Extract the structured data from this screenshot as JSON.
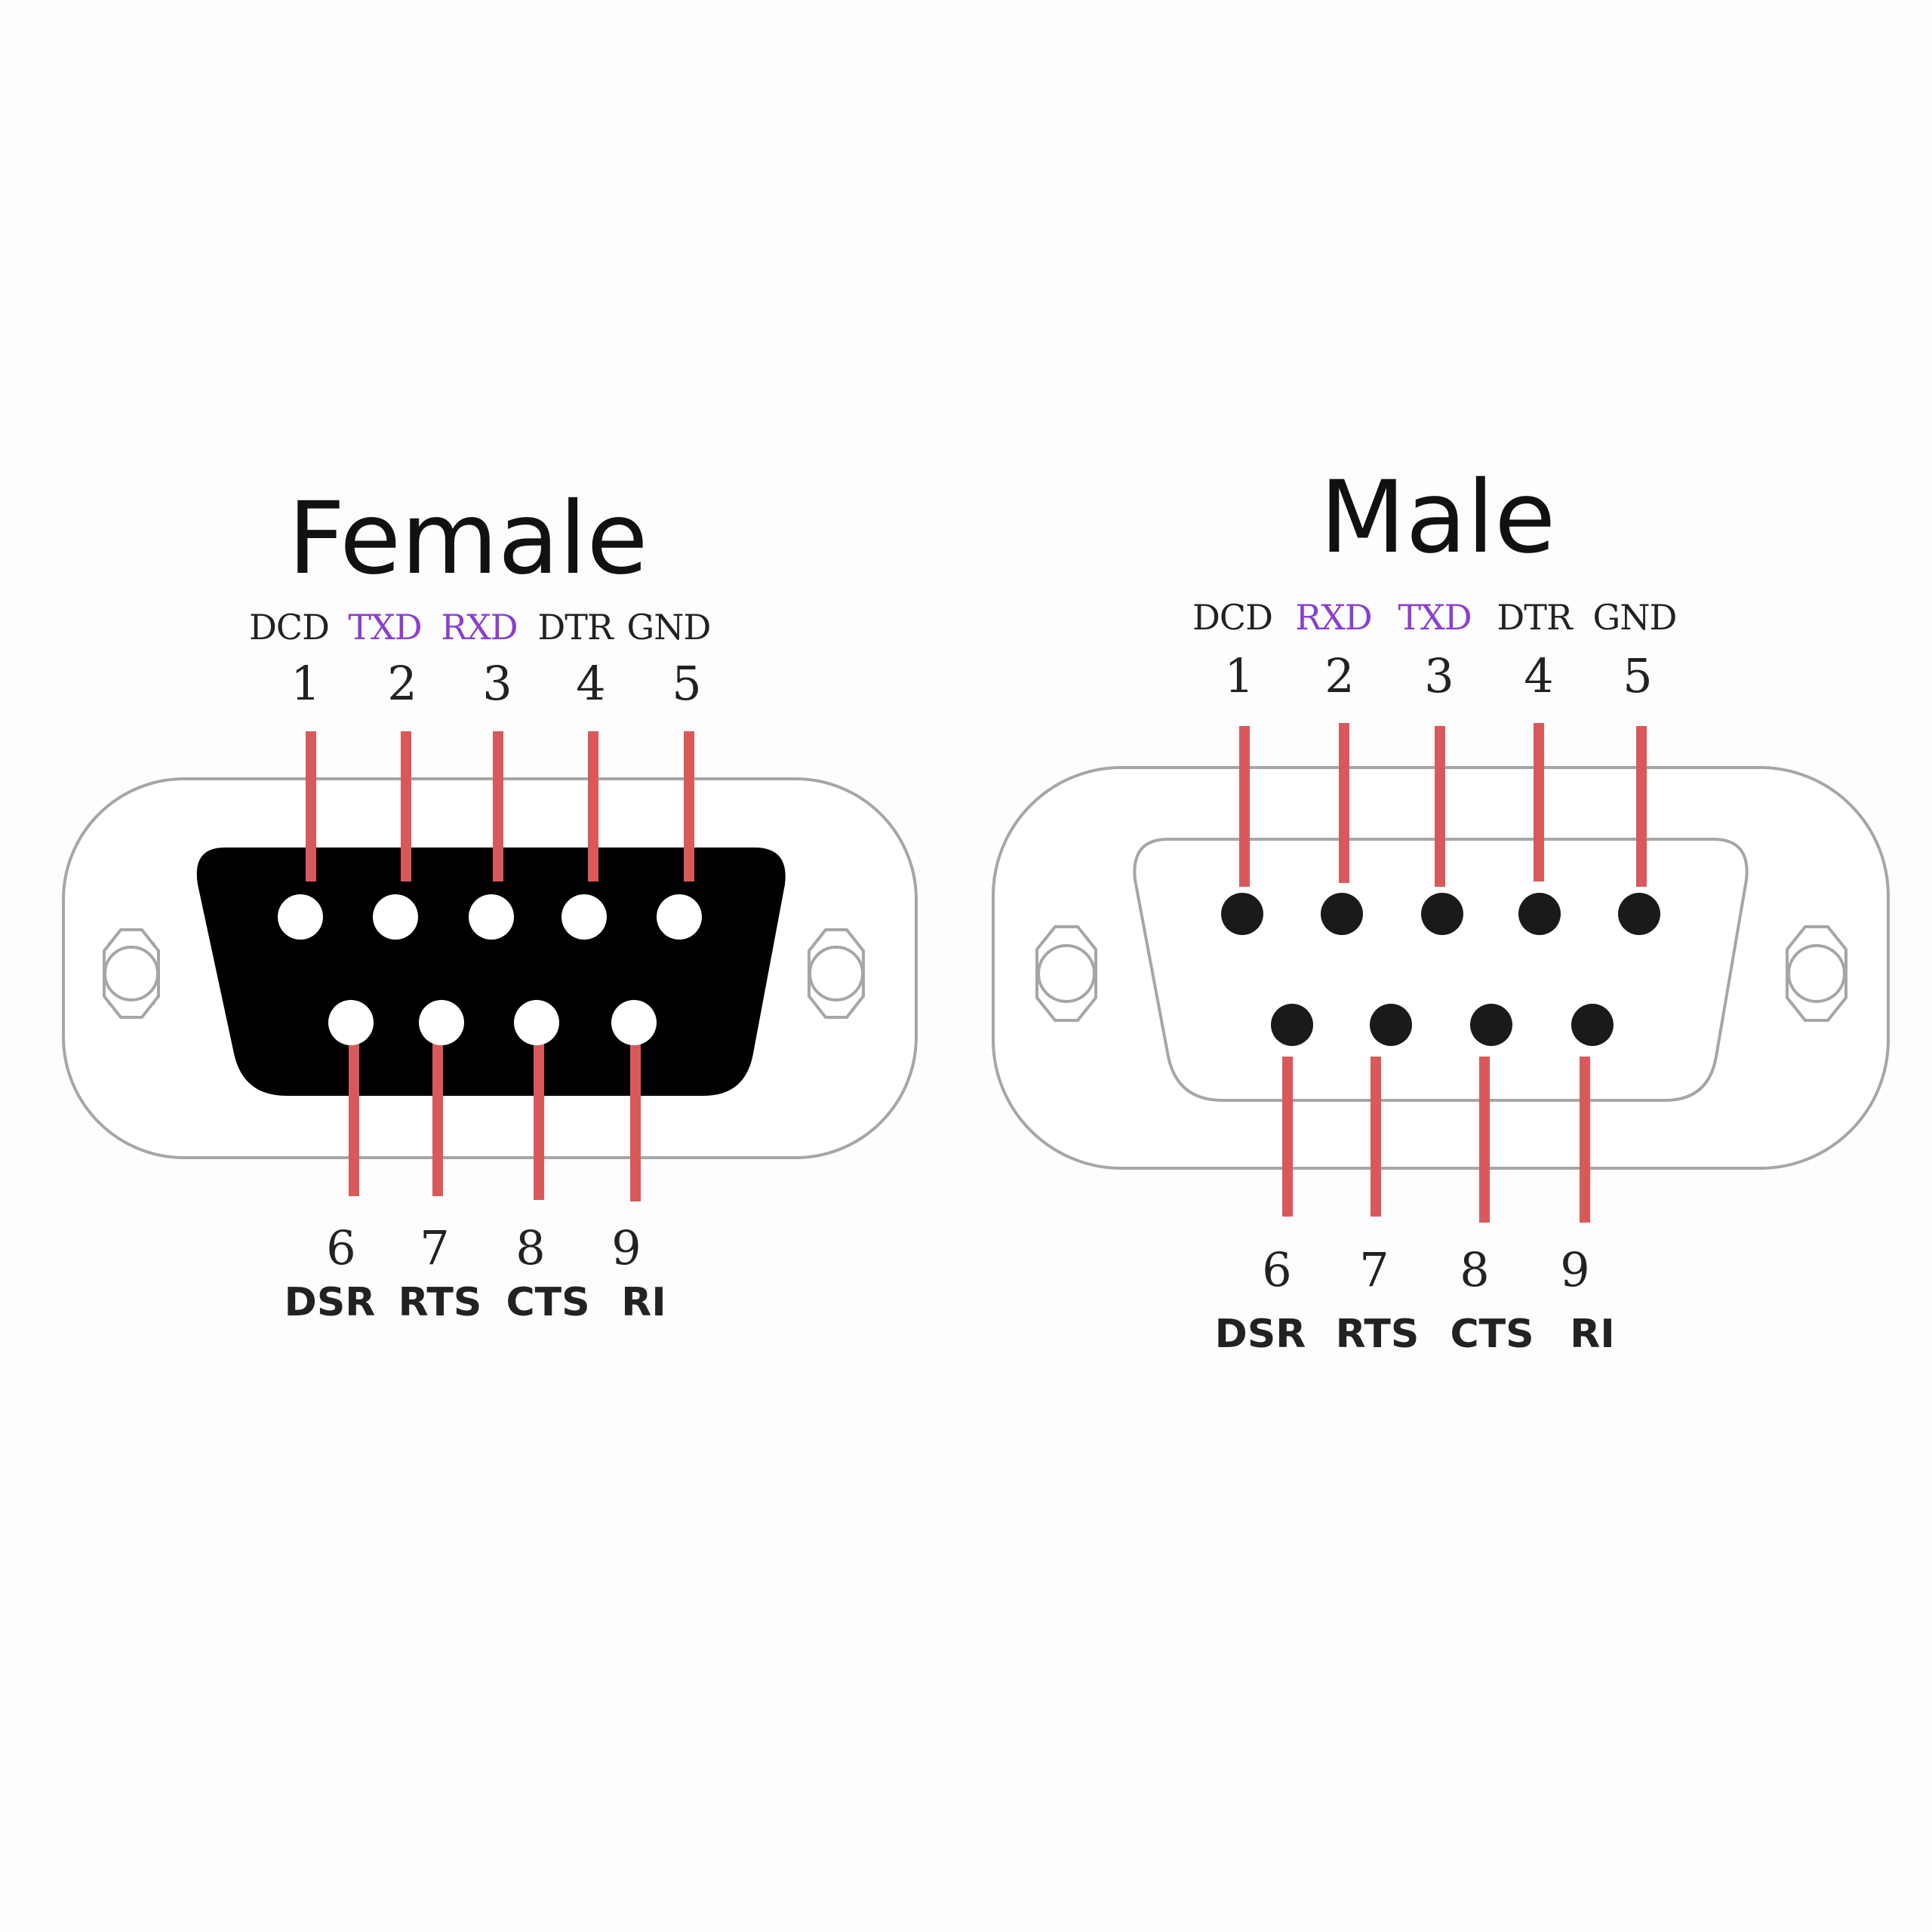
{
  "colors": {
    "pin_line": "#d9595b",
    "signal_text": "#222222",
    "highlight_signal": "#8a3fd1",
    "outline": "#a6a6a6",
    "female_insert": "#000000",
    "female_pin": "#ffffff",
    "male_pin": "#1a1a1a"
  },
  "female": {
    "title": "Female",
    "top_pins": [
      {
        "num": "1",
        "signal": "DCD",
        "highlight": false
      },
      {
        "num": "2",
        "signal": "TXD",
        "highlight": true
      },
      {
        "num": "3",
        "signal": "RXD",
        "highlight": true
      },
      {
        "num": "4",
        "signal": "DTR",
        "highlight": false
      },
      {
        "num": "5",
        "signal": "GND",
        "highlight": false
      }
    ],
    "bottom_pins": [
      {
        "num": "6",
        "signal": "DSR"
      },
      {
        "num": "7",
        "signal": "RTS"
      },
      {
        "num": "8",
        "signal": "CTS"
      },
      {
        "num": "9",
        "signal": "RI"
      }
    ]
  },
  "male": {
    "title": "Male",
    "top_pins": [
      {
        "num": "1",
        "signal": "DCD",
        "highlight": false
      },
      {
        "num": "2",
        "signal": "RXD",
        "highlight": true
      },
      {
        "num": "3",
        "signal": "TXD",
        "highlight": true
      },
      {
        "num": "4",
        "signal": "DTR",
        "highlight": false
      },
      {
        "num": "5",
        "signal": "GND",
        "highlight": false
      }
    ],
    "bottom_pins": [
      {
        "num": "6",
        "signal": "DSR"
      },
      {
        "num": "7",
        "signal": "RTS"
      },
      {
        "num": "8",
        "signal": "CTS"
      },
      {
        "num": "9",
        "signal": "RI"
      }
    ]
  }
}
